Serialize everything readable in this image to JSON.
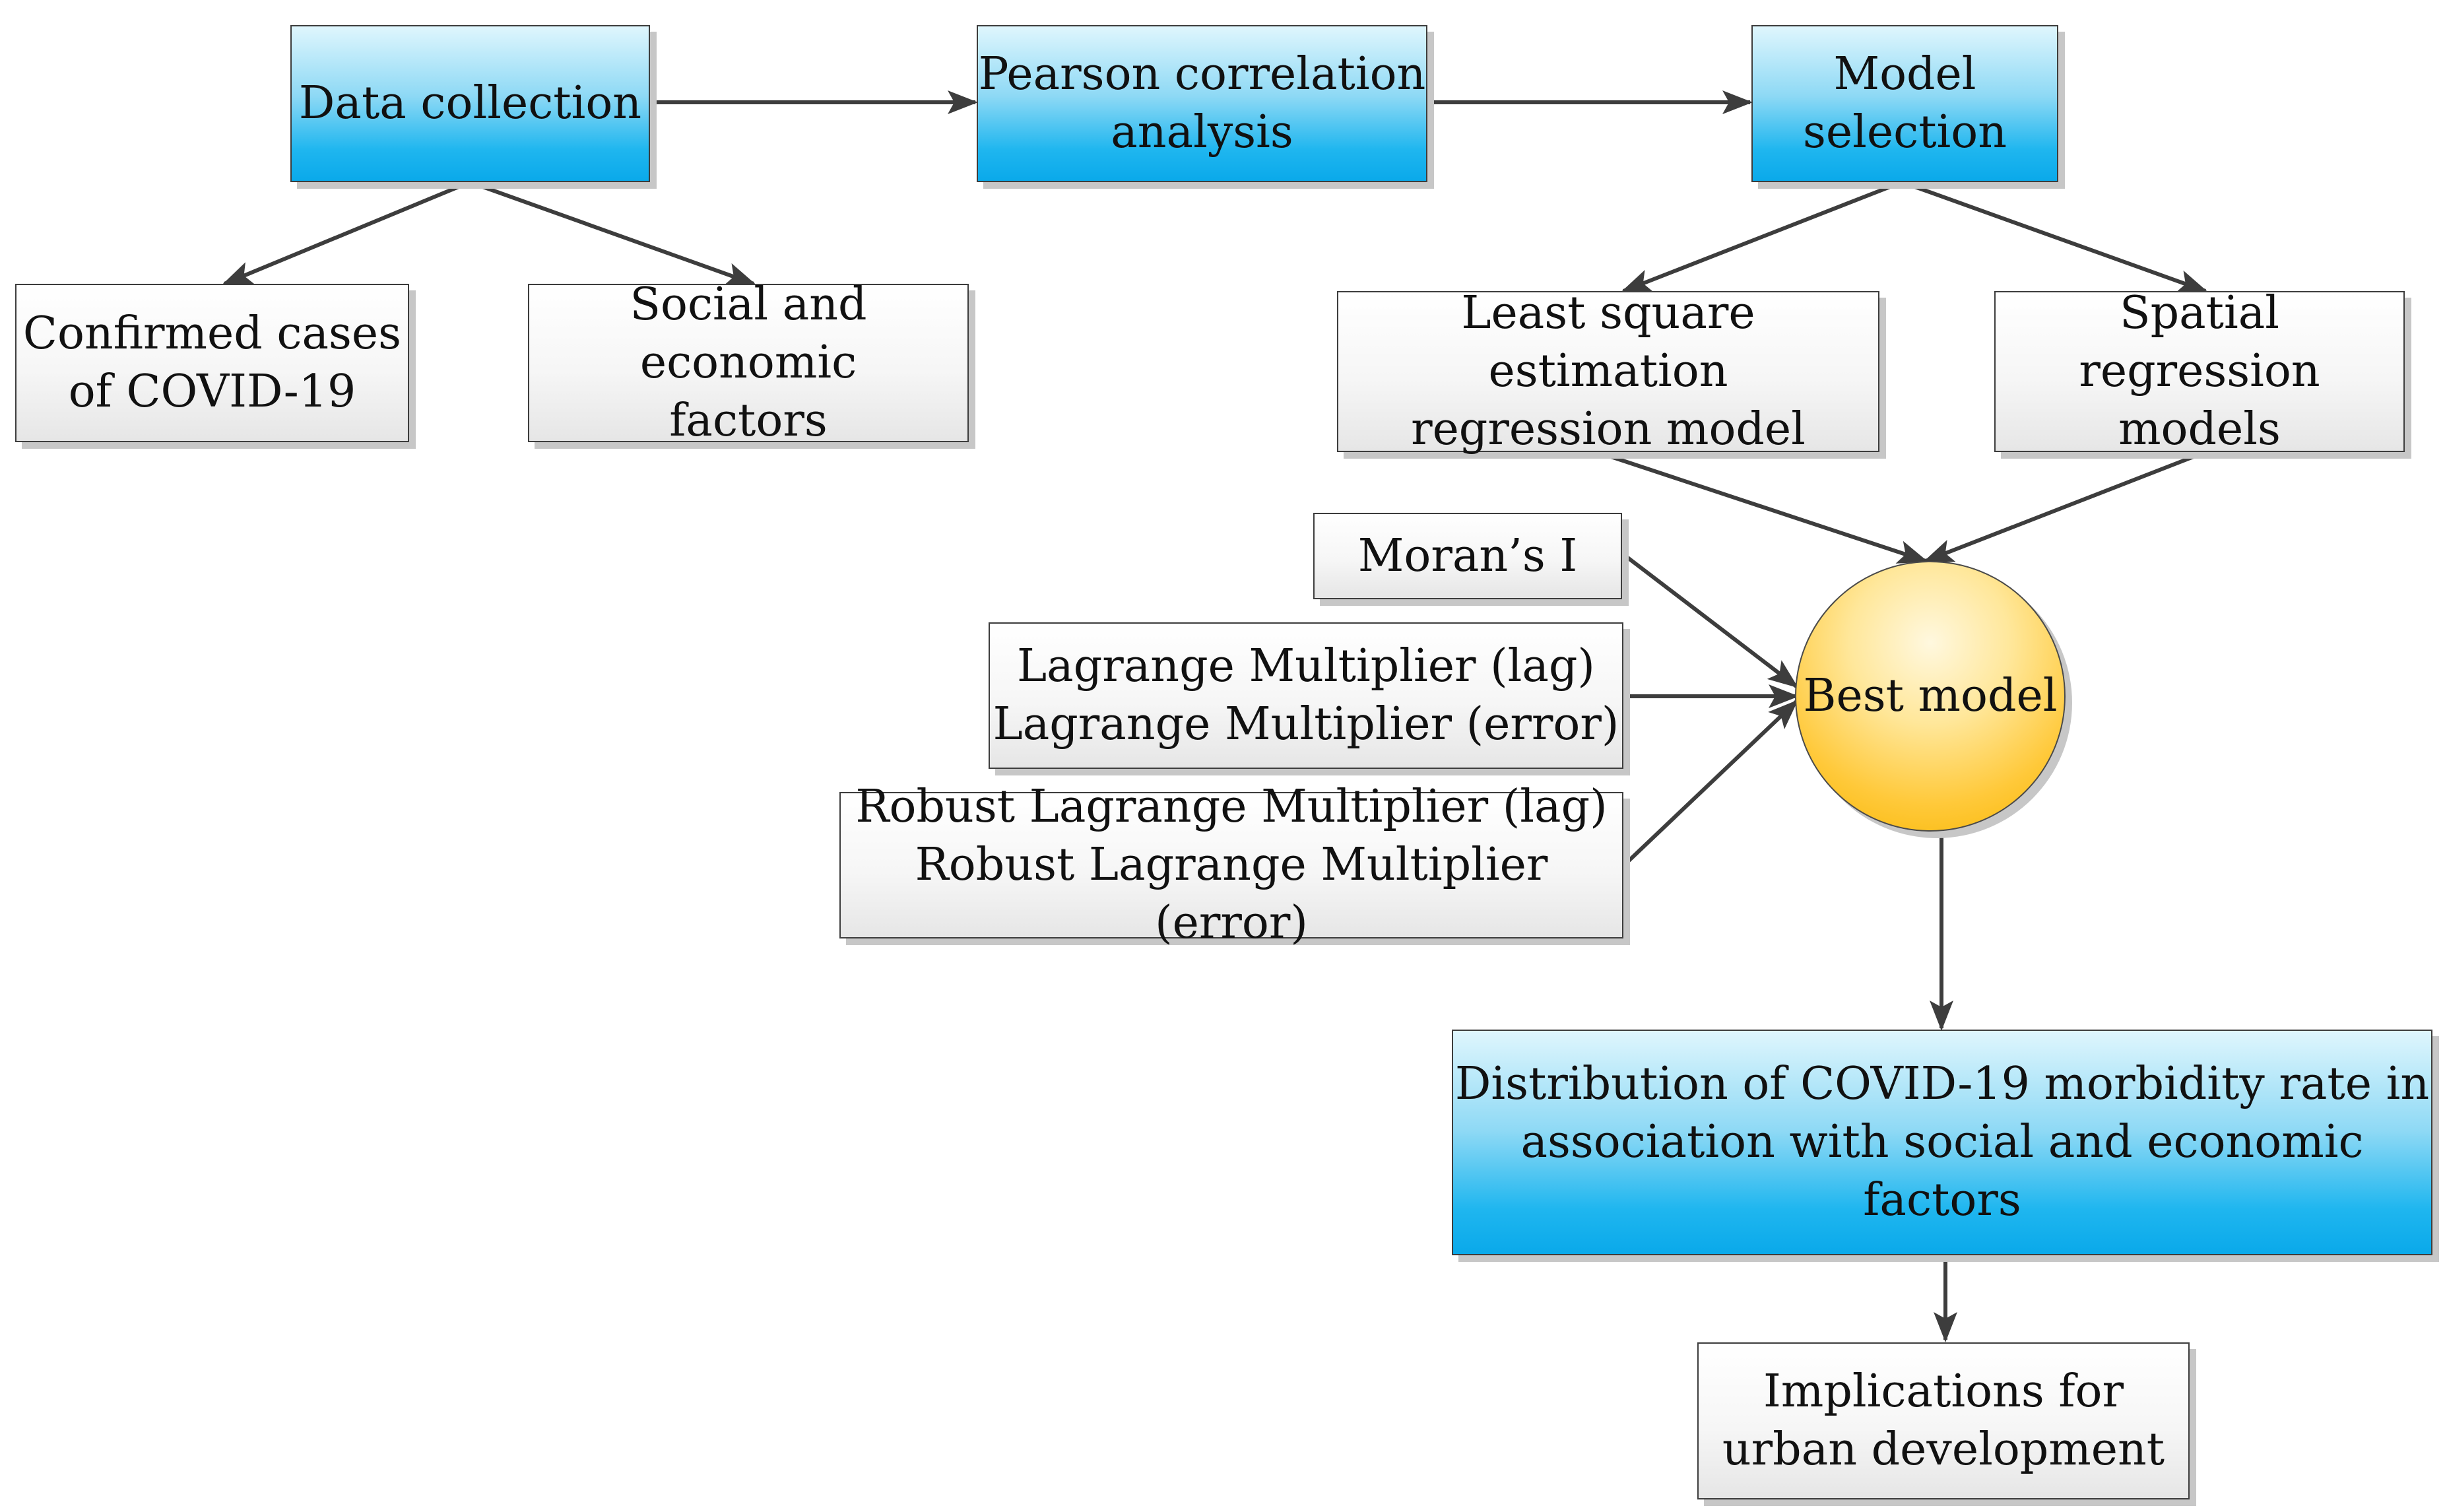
{
  "nodes": {
    "data_collection": "Data collection",
    "pearson": [
      "Pearson correlation",
      "analysis"
    ],
    "model_selection": [
      "Model",
      "selection"
    ],
    "confirmed_cases": [
      "Confirmed cases",
      "of COVID-19"
    ],
    "social_economic": [
      "Social and economic",
      "factors"
    ],
    "least_square": [
      "Least square estimation",
      "regression model"
    ],
    "spatial_regression": [
      "Spatial regression",
      "models"
    ],
    "morans_i": "Moran’s I",
    "lagrange": [
      "Lagrange Multiplier (lag)",
      "Lagrange Multiplier (error)"
    ],
    "robust_lagrange": [
      "Robust Lagrange Multiplier (lag)",
      "Robust Lagrange Multiplier (error)"
    ],
    "best_model": "Best model",
    "distribution": [
      "Distribution of COVID-19 morbidity rate in",
      "association with social and economic factors"
    ],
    "implications": [
      "Implications for",
      "urban development"
    ]
  },
  "colors": {
    "process_blue": "#1fb6ef",
    "best_model_yellow": "#ffc93a",
    "arrow": "#3d3d3d",
    "box_grey": "#f2f2f2"
  }
}
